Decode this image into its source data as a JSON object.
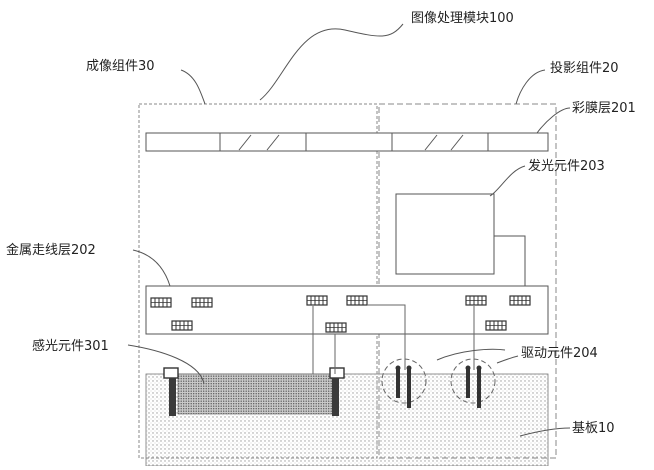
{
  "labels": {
    "image_processing_module": "图像处理模块100",
    "imaging_component": "成像组件30",
    "projection_component": "投影组件20",
    "color_film_layer": "彩膜层201",
    "light_emitting_element": "发光元件203",
    "metal_wiring_layer": "金属走线层202",
    "photosensitive_element": "感光元件301",
    "driving_element": "驱动元件204",
    "substrate": "基板10"
  },
  "colors": {
    "line": "#555555",
    "dashed_frame": "#8a8a8a",
    "dot_fill": "#b0b0b0",
    "dense_fill": "#6a6a6a",
    "pin": "#333333"
  }
}
